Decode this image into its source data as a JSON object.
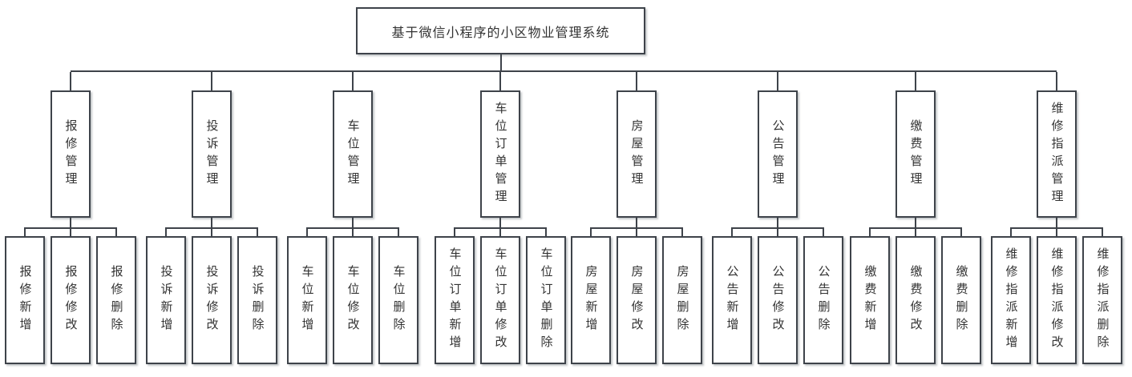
{
  "diagram": {
    "root_label": "基于微信小程序的小区物业管理系统",
    "branches": [
      {
        "id": "repair",
        "label": "报修管理",
        "children": [
          "报修新增",
          "报修修改",
          "报修删除"
        ]
      },
      {
        "id": "complaint",
        "label": "投诉管理",
        "children": [
          "投诉新增",
          "投诉修改",
          "投诉删除"
        ]
      },
      {
        "id": "parking",
        "label": "车位管理",
        "children": [
          "车位新增",
          "车位修改",
          "车位删除"
        ]
      },
      {
        "id": "parking-order",
        "label": "车位订单管理",
        "children": [
          "车位订单新增",
          "车位订单修改",
          "车位订单删除"
        ]
      },
      {
        "id": "house",
        "label": "房屋管理",
        "children": [
          "房屋新增",
          "房屋修改",
          "房屋删除"
        ]
      },
      {
        "id": "notice",
        "label": "公告管理",
        "children": [
          "公告新增",
          "公告修改",
          "公告删除"
        ]
      },
      {
        "id": "payment",
        "label": "缴费管理",
        "children": [
          "缴费新增",
          "缴费修改",
          "缴费删除"
        ]
      },
      {
        "id": "maintenance-assign",
        "label": "维修指派管理",
        "children": [
          "维修指派新增",
          "维修指派修改",
          "维修指派删除"
        ]
      }
    ],
    "colors": {
      "border": "#3e434a",
      "line": "#3e434a",
      "text": "#333333",
      "background": "#ffffff"
    }
  }
}
